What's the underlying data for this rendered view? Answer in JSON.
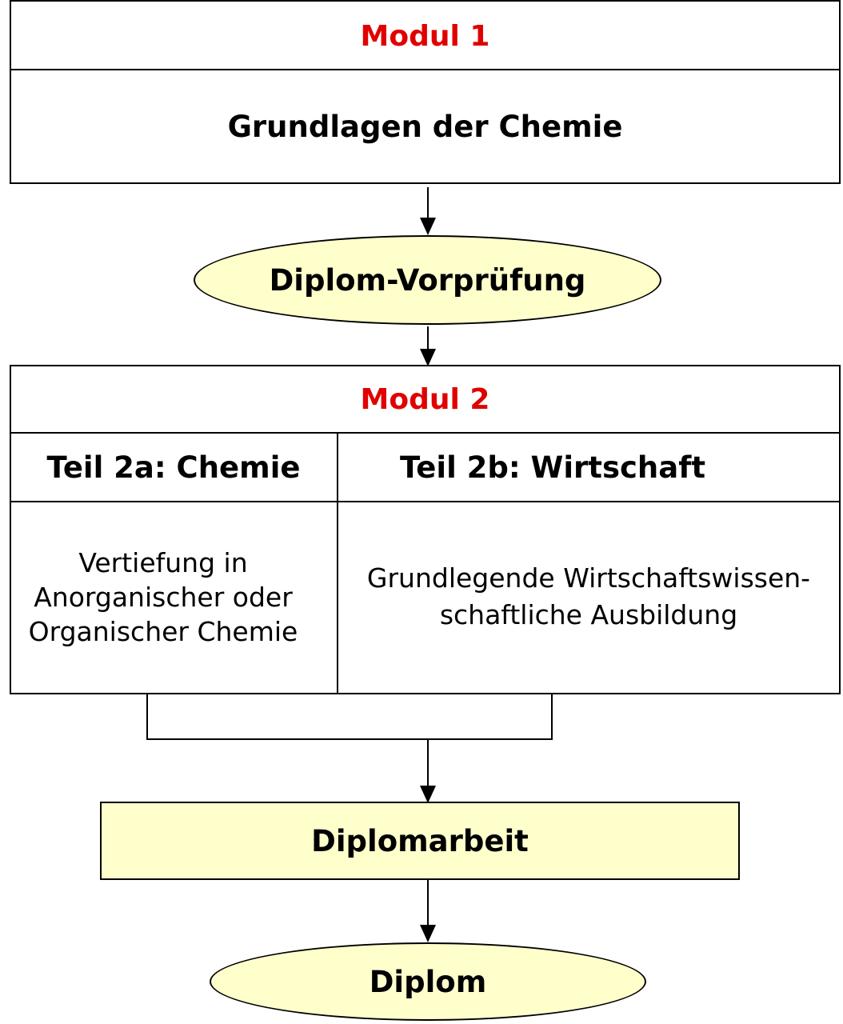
{
  "modul1": {
    "title": "Modul 1",
    "content": "Grundlagen der Chemie"
  },
  "vorpruefung": "Diplom-Vorprüfung",
  "modul2": {
    "title": "Modul 2",
    "part_a": {
      "header": "Teil 2a: Chemie",
      "line1": "Vertiefung in",
      "line2": "Anorganischer oder",
      "line3": "Organischer Chemie"
    },
    "part_b": {
      "header": "Teil 2b: Wirtschaft",
      "line1": "Grundlegende Wirtschaftswissen-",
      "line2": "schaftliche Ausbildung"
    }
  },
  "diplomarbeit": "Diplomarbeit",
  "diplom": "Diplom",
  "colors": {
    "module_title": "#e00000",
    "highlight_fill": "#ffffcc",
    "border": "#000000"
  }
}
